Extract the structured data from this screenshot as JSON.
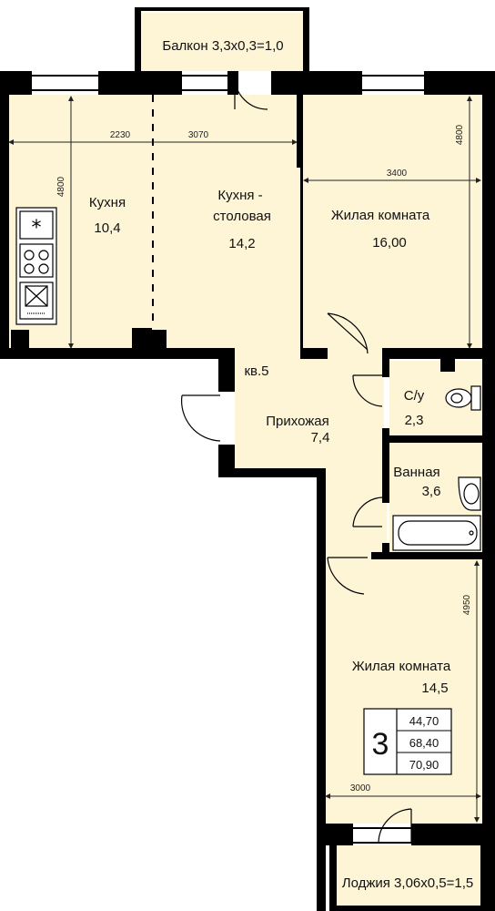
{
  "apartment": {
    "label": "кв.5",
    "rooms_count": "3",
    "areas": [
      "44,70",
      "68,40",
      "70,90"
    ]
  },
  "rooms": {
    "balcony": {
      "label": "Балкон 3,3х0,3=1,0"
    },
    "kitchen": {
      "label": "Кухня",
      "area": "10,4"
    },
    "kitchen_dining": {
      "label_line1": "Кухня -",
      "label_line2": "столовая",
      "area": "14,2"
    },
    "living_room_1": {
      "label": "Жилая комната",
      "area": "16,00"
    },
    "hallway": {
      "label": "Прихожая",
      "area": "7,4"
    },
    "toilet": {
      "label": "С/у",
      "area": "2,3"
    },
    "bathroom": {
      "label": "Ванная",
      "area": "3,6"
    },
    "living_room_2": {
      "label": "Жилая комната",
      "area": "14,5"
    },
    "loggia": {
      "label": "Лоджия 3,06х0,5=1,5"
    }
  },
  "dimensions": {
    "kitchen_width": "2230",
    "dining_width": "3070",
    "kitchen_depth": "4800",
    "room1_width": "3400",
    "room1_depth": "4800",
    "room2_depth": "4950",
    "room2_width": "3000"
  },
  "colors": {
    "floor": "#fdf5d6",
    "wall": "#000000"
  }
}
